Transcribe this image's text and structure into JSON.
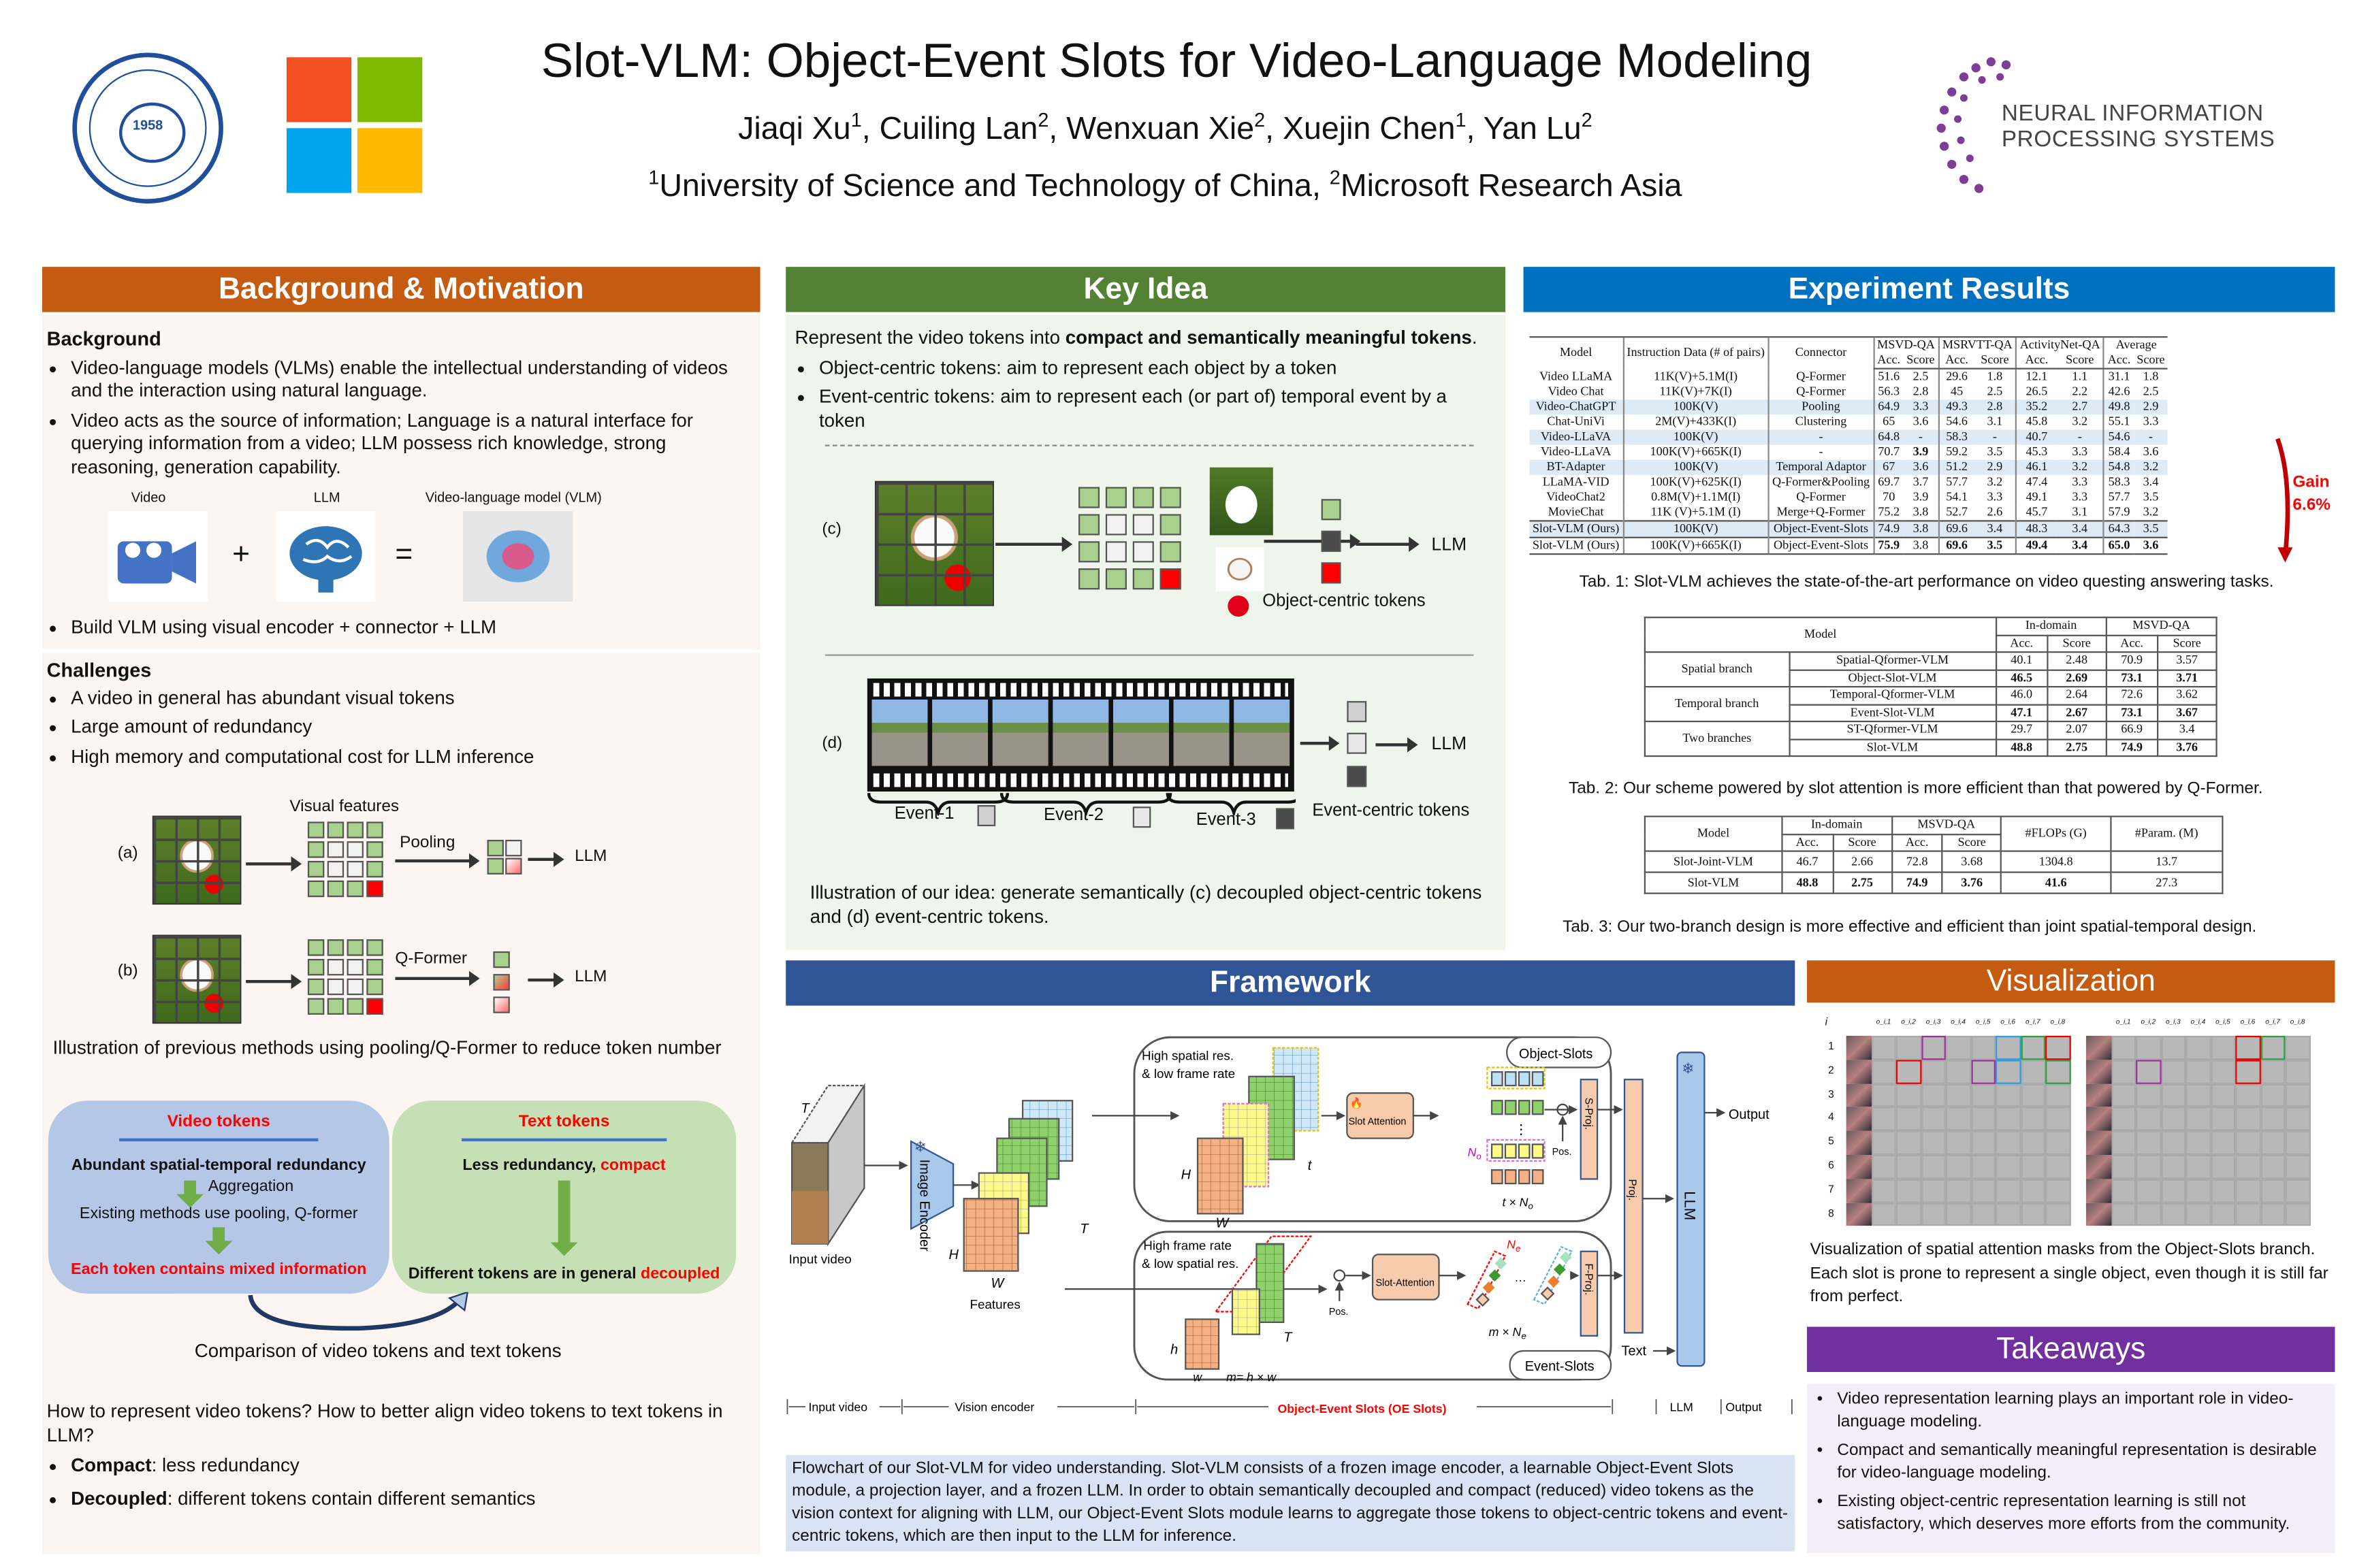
{
  "header": {
    "title": "Slot-VLM: Object-Event Slots for Video-Language Modeling",
    "authors": [
      {
        "name": "Jiaqi Xu",
        "sup": "1"
      },
      {
        "name": "Cuiling Lan",
        "sup": "2"
      },
      {
        "name": "Wenxuan Xie",
        "sup": "2"
      },
      {
        "name": "Xuejin Chen",
        "sup": "1"
      },
      {
        "name": "Yan Lu",
        "sup": "2"
      }
    ],
    "affiliations": [
      {
        "sup": "1",
        "name": "University of Science and Technology of China"
      },
      {
        "sup": "2",
        "name": "Microsoft Research Asia"
      }
    ],
    "ustc_logo_year": "1958",
    "neurips_line1": "NEURAL INFORMATION",
    "neurips_line2": "PROCESSING SYSTEMS",
    "colors": {
      "ms_red": "#f25022",
      "ms_green": "#7fba00",
      "ms_blue": "#00a4ef",
      "ms_yellow": "#ffb900",
      "ustc_blue": "#1f4e9c",
      "neurips_purple": "#7d3c98"
    }
  },
  "background": {
    "title": "Background & Motivation",
    "bg_heading": "Background",
    "bg_bullets": [
      "Video-language models (VLMs) enable the intellectual understanding of videos and the interaction using natural language.",
      "Video acts as the source of information; Language is a natural interface for querying information from a video; LLM possess rich knowledge, strong reasoning, generation capability."
    ],
    "fig": {
      "video": "Video",
      "llm": "LLM",
      "vlm": "Video-language model (VLM)",
      "plus": "+",
      "equals": "="
    },
    "build_bullet": "Build VLM using visual encoder + connector + LLM",
    "challenges_heading": "Challenges",
    "challenges": [
      "A video in general has abundant visual tokens",
      "Large amount of redundancy",
      "High memory and computational cost for LLM inference"
    ],
    "prev_fig": {
      "visual_features": "Visual features",
      "a": "(a)",
      "b": "(b)",
      "pooling": "Pooling",
      "qformer": "Q-Former",
      "llm": "LLM"
    },
    "prev_caption": "Illustration of previous methods using pooling/Q-Former to reduce token number",
    "compare": {
      "video_title": "Video tokens",
      "video_l1": "Abundant spatial-temporal redundancy",
      "video_agg": "Aggregation",
      "video_l2": "Existing methods use pooling, Q-former",
      "video_l3": "Each token contains mixed information",
      "text_title": "Text tokens",
      "text_l1a": "Less redundancy, ",
      "text_l1b": "compact",
      "text_l2a": "Different tokens are in general ",
      "text_l2b": "decoupled",
      "caption": "Comparison of video tokens and text tokens"
    },
    "question": "How to represent video tokens? How to better align video tokens to text tokens in LLM?",
    "answers": [
      {
        "key": "Compact",
        "text": ": less redundancy"
      },
      {
        "key": "Decoupled",
        "text": ": different tokens contain different semantics"
      }
    ]
  },
  "key_idea": {
    "title": "Key Idea",
    "intro_a": "Represent the video tokens into ",
    "intro_b": "compact and semantically meaningful tokens",
    "intro_c": ".",
    "bullets": [
      "Object-centric tokens: aim to represent each object by a token",
      "Event-centric tokens: aim to represent each (or part of) temporal event by a token"
    ],
    "c_label": "(c)",
    "d_label": "(d)",
    "llm": "LLM",
    "object_tokens": "Object-centric tokens",
    "events": [
      "Event-1",
      "Event-2",
      "Event-3"
    ],
    "event_tokens": "Event-centric tokens",
    "caption": "Illustration of our idea: generate semantically (c) decoupled object-centric tokens and (d) event-centric tokens."
  },
  "experiments": {
    "title": "Experiment Results",
    "table1": {
      "group_headers": [
        "Model",
        "Instruction Data (# of pairs)",
        "Connector",
        "MSVD-QA",
        "MSRVTT-QA",
        "ActivityNet-QA",
        "Average"
      ],
      "sub_headers": [
        "Acc.",
        "Score",
        "Acc.",
        "Score",
        "Acc.",
        "Score",
        "Acc.",
        "Score"
      ],
      "rows": [
        {
          "cells": [
            "Video LLaMA",
            "11K(V)+5.1M(I)",
            "Q-Former",
            "51.6",
            "2.5",
            "29.6",
            "1.8",
            "12.1",
            "1.1",
            "31.1",
            "1.8"
          ],
          "shade": false,
          "bold": []
        },
        {
          "cells": [
            "Video Chat",
            "11K(V)+7K(I)",
            "Q-Former",
            "56.3",
            "2.8",
            "45",
            "2.5",
            "26.5",
            "2.2",
            "42.6",
            "2.5"
          ],
          "shade": false,
          "bold": []
        },
        {
          "cells": [
            "Video-ChatGPT",
            "100K(V)",
            "Pooling",
            "64.9",
            "3.3",
            "49.3",
            "2.8",
            "35.2",
            "2.7",
            "49.8",
            "2.9"
          ],
          "shade": true,
          "bold": []
        },
        {
          "cells": [
            "Chat-UniVi",
            "2M(V)+433K(I)",
            "Clustering",
            "65",
            "3.6",
            "54.6",
            "3.1",
            "45.8",
            "3.2",
            "55.1",
            "3.3"
          ],
          "shade": false,
          "bold": []
        },
        {
          "cells": [
            "Video-LLaVA",
            "100K(V)",
            "-",
            "64.8",
            "-",
            "58.3",
            "-",
            "40.7",
            "-",
            "54.6",
            "-"
          ],
          "shade": true,
          "bold": []
        },
        {
          "cells": [
            "Video-LLaVA",
            "100K(V)+665K(I)",
            "-",
            "70.7",
            "3.9",
            "59.2",
            "3.5",
            "45.3",
            "3.3",
            "58.4",
            "3.6"
          ],
          "shade": false,
          "bold": [
            4
          ]
        },
        {
          "cells": [
            "BT-Adapter",
            "100K(V)",
            "Temporal Adaptor",
            "67",
            "3.6",
            "51.2",
            "2.9",
            "46.1",
            "3.2",
            "54.8",
            "3.2"
          ],
          "shade": true,
          "bold": []
        },
        {
          "cells": [
            "LLaMA-VID",
            "100K(V)+625K(I)",
            "Q-Former&Pooling",
            "69.7",
            "3.7",
            "57.7",
            "3.2",
            "47.4",
            "3.3",
            "58.3",
            "3.4"
          ],
          "shade": false,
          "bold": []
        },
        {
          "cells": [
            "VideoChat2",
            "0.8M(V)+1.1M(I)",
            "Q-Former",
            "70",
            "3.9",
            "54.1",
            "3.3",
            "49.1",
            "3.3",
            "57.7",
            "3.5"
          ],
          "shade": false,
          "bold": []
        },
        {
          "cells": [
            "MovieChat",
            "11K (V)+5.1M (I)",
            "Merge+Q-Former",
            "75.2",
            "3.8",
            "52.7",
            "2.6",
            "45.7",
            "3.1",
            "57.9",
            "3.2"
          ],
          "shade": false,
          "bold": []
        },
        {
          "cells": [
            "Slot-VLM (Ours)",
            "100K(V)",
            "Object-Event-Slots",
            "74.9",
            "3.8",
            "69.6",
            "3.4",
            "48.3",
            "3.4",
            "64.3",
            "3.5"
          ],
          "shade": true,
          "bold": []
        },
        {
          "cells": [
            "Slot-VLM (Ours)",
            "100K(V)+665K(I)",
            "Object-Event-Slots",
            "75.9",
            "3.8",
            "69.6",
            "3.5",
            "49.4",
            "3.4",
            "65.0",
            "3.6"
          ],
          "shade": false,
          "bold": [
            3,
            5,
            6,
            7,
            8,
            9,
            10
          ]
        }
      ],
      "gain_label": "Gain",
      "gain_value": "6.6%",
      "caption": "Tab. 1: Slot-VLM achieves the state-of-the-art performance on video questing answering tasks."
    },
    "table2": {
      "headers": [
        "Model",
        "In-domain",
        "MSVD-QA"
      ],
      "sub_headers": [
        "Acc.",
        "Score",
        "Acc.",
        "Score"
      ],
      "groups": [
        {
          "name": "Spatial branch",
          "rows": [
            {
              "cells": [
                "Spatial-Qformer-VLM",
                "40.1",
                "2.48",
                "70.9",
                "3.57"
              ],
              "bold": false
            },
            {
              "cells": [
                "Object-Slot-VLM",
                "46.5",
                "2.69",
                "73.1",
                "3.71"
              ],
              "bold": true
            }
          ]
        },
        {
          "name": "Temporal branch",
          "rows": [
            {
              "cells": [
                "Temporal-Qformer-VLM",
                "46.0",
                "2.64",
                "72.6",
                "3.62"
              ],
              "bold": false
            },
            {
              "cells": [
                "Event-Slot-VLM",
                "47.1",
                "2.67",
                "73.1",
                "3.67"
              ],
              "bold": true
            }
          ]
        },
        {
          "name": "Two branches",
          "rows": [
            {
              "cells": [
                "ST-Qformer-VLM",
                "29.7",
                "2.07",
                "66.9",
                "3.4"
              ],
              "bold": false
            },
            {
              "cells": [
                "Slot-VLM",
                "48.8",
                "2.75",
                "74.9",
                "3.76"
              ],
              "bold": true
            }
          ]
        }
      ],
      "caption": "Tab. 2: Our scheme powered by slot attention is more efficient than that powered by Q-Former."
    },
    "table3": {
      "headers": [
        "Model",
        "In-domain",
        "MSVD-QA",
        "#FLOPs (G)",
        "#Param. (M)"
      ],
      "sub_headers": [
        "Acc.",
        "Score",
        "Acc.",
        "Score"
      ],
      "rows": [
        {
          "cells": [
            "Slot-Joint-VLM",
            "46.7",
            "2.66",
            "72.8",
            "3.68",
            "1304.8",
            "13.7"
          ],
          "bold": []
        },
        {
          "cells": [
            "Slot-VLM",
            "48.8",
            "2.75",
            "74.9",
            "3.76",
            "41.6",
            "27.3"
          ],
          "bold": [
            1,
            2,
            3,
            4,
            5
          ]
        }
      ],
      "caption": "Tab. 3: Our two-branch design is more effective and efficient than joint spatial-temporal design."
    }
  },
  "framework": {
    "title": "Framework",
    "labels": {
      "T": "T",
      "H": "H",
      "W": "W",
      "t": "t",
      "h": "h",
      "w": "w",
      "input_video": "Input video",
      "image_encoder": "Image Encoder",
      "features": "Features",
      "high_spatial_1": "High spatial res.",
      "high_spatial_2": "& low frame rate",
      "high_frame_1": "High frame rate",
      "high_frame_2": "& low spatial res.",
      "slot_attention": "Slot Attention",
      "slot_attention2": "Slot-Attention",
      "object_slots": "Object-Slots",
      "event_slots": "Event-Slots",
      "No": "N",
      "No_sub": "o",
      "Ne": "N",
      "Ne_sub": "e",
      "t_x_No": "t × N",
      "m_x_Ne": "m × N",
      "m_eq": "m= h × w",
      "pos": "Pos.",
      "s_proj": "S-Proj.",
      "f_proj": "F-Proj.",
      "proj": "Proj.",
      "llm": "LLM",
      "output": "Output",
      "text": "Text"
    },
    "axis": {
      "input_video": "Input video",
      "vision_encoder": "Vision encoder",
      "oe_slots": "Object-Event Slots (OE Slots)",
      "llm": "LLM",
      "output": "Output"
    },
    "caption": "Flowchart of our Slot-VLM for video understanding. Slot-VLM consists of a frozen image encoder, a learnable Object-Event Slots module, a projection layer, and a frozen LLM. In order to obtain semantically decoupled and compact (reduced) video tokens as the vision context for aligning with LLM, our Object-Event Slots module learns to aggregate those tokens to object-centric tokens and event-centric tokens, which are then input to the LLM for inference."
  },
  "visualization": {
    "title": "Visualization",
    "row_header": "i",
    "columns": [
      "o_i,1",
      "o_i,2",
      "o_i,3",
      "o_i,4",
      "o_i,5",
      "o_i,6",
      "o_i,7",
      "o_i,8"
    ],
    "rows": [
      "1",
      "2",
      "3",
      "4",
      "5",
      "6",
      "7",
      "8"
    ],
    "caption": "Visualization of spatial attention masks from the Object-Slots branch. Each slot is prone to represent a single object, even though it is still far from perfect."
  },
  "takeaways": {
    "title": "Takeaways",
    "bullets": [
      "Video representation learning plays an important role in video-language modeling.",
      "Compact and semantically meaningful representation is desirable for video-language modeling.",
      "Existing object-centric representation learning is still not satisfactory, which deserves more efforts from the community."
    ]
  },
  "colors": {
    "background_header": "#c55a11",
    "keyidea_header": "#548235",
    "experiment_header": "#0070c0",
    "framework_header": "#2f5597",
    "visualization_header": "#c55a11",
    "takeaways_header": "#7030a0"
  }
}
